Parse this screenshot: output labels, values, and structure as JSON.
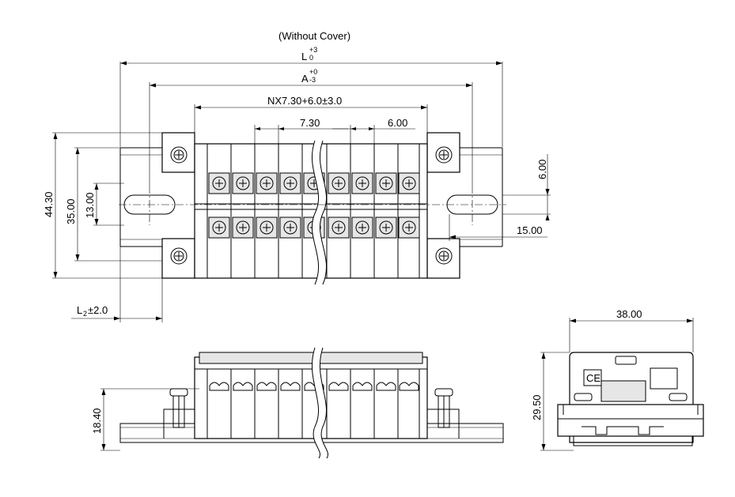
{
  "labels": {
    "without_cover": "(Without Cover)",
    "dim_L": "L",
    "dim_L_tol_top": "+3",
    "dim_L_tol_bot": "0",
    "dim_A": "A",
    "dim_A_tol_top": "+0",
    "dim_A_tol_bot": "-3",
    "dim_nx": "NX7.30+6.0±3.0",
    "dim_pitch_730": "7.30",
    "dim_pitch_600": "6.00",
    "dim_4430": "44.30",
    "dim_3500": "35.00",
    "dim_1300": "13.00",
    "dim_600_right": "6.00",
    "dim_1500": "15.00",
    "dim_L2": "L",
    "dim_L2_sub": "2",
    "dim_L2_tol": "±2.0",
    "dim_3800": "38.00",
    "dim_2950": "29.50",
    "dim_1840": "18.40",
    "ce_mark": "CE"
  }
}
